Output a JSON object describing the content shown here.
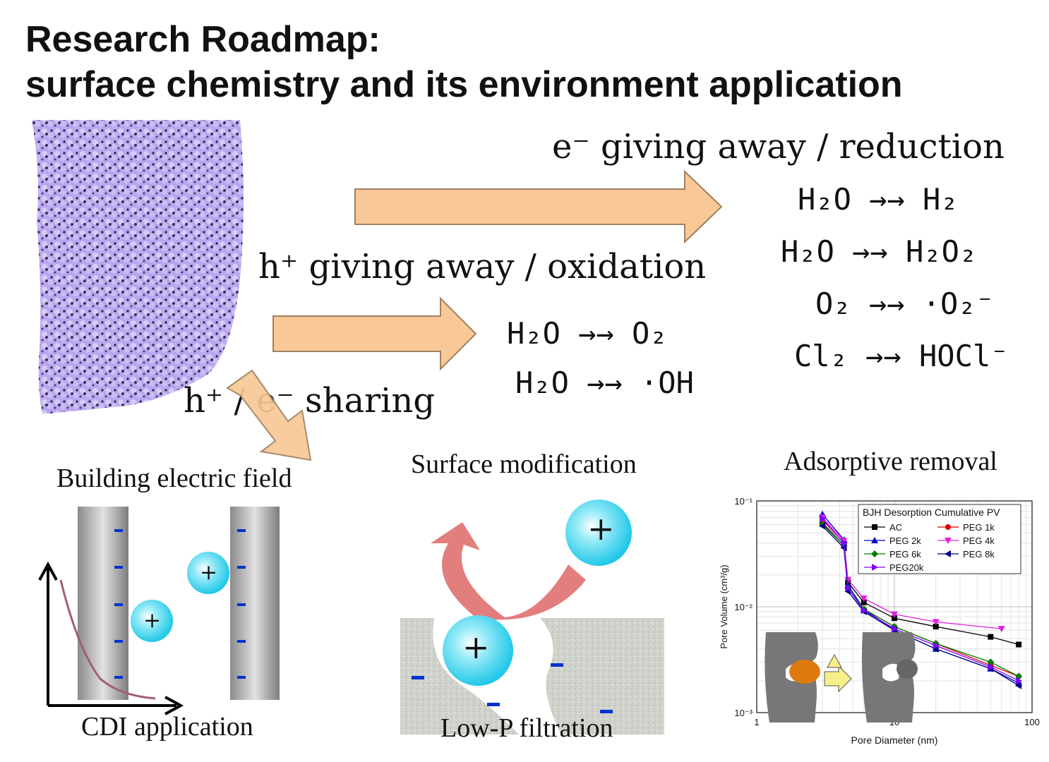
{
  "title": {
    "line1": "Research Roadmap:",
    "line2": "surface chemistry and its environment application"
  },
  "pathways": {
    "reduction": "e⁻ giving away / reduction",
    "oxidation": "h⁺ giving away / oxidation",
    "sharing": "h⁺ / e⁻ sharing"
  },
  "reduction_reactions": [
    "H₂O →→ H₂",
    "H₂O →→ H₂O₂",
    "O₂ →→ ·O₂⁻",
    "Cl₂ →→ HOCl⁻"
  ],
  "oxidation_reactions": [
    "H₂O →→ O₂",
    "H₂O →→ ·OH"
  ],
  "panels": {
    "electric_field": "Building electric field",
    "cdi": "CDI application",
    "surface_mod": "Surface modification",
    "filtration": "Low-P filtration",
    "adsorptive": "Adsorptive removal"
  },
  "chart_data": {
    "type": "line",
    "title": "",
    "legend_title": "BJH Desorption Cumulative PV",
    "legend_position": "top-right",
    "xlabel": "Pore Diameter (nm)",
    "ylabel": "Pore Volume (cm³/g)",
    "xscale": "log",
    "yscale": "log",
    "xlim": [
      1,
      100
    ],
    "ylim": [
      0.001,
      0.1
    ],
    "x_tick_labels": [
      "1",
      "10",
      "100"
    ],
    "y_tick_labels": [
      "10⁻³",
      "10⁻²",
      "10⁻¹"
    ],
    "grid": true,
    "series": [
      {
        "name": "AC",
        "color": "#000000",
        "marker": "square",
        "x": [
          3,
          4.3,
          4.6,
          6,
          10,
          20,
          50,
          80
        ],
        "y": [
          0.062,
          0.038,
          0.017,
          0.011,
          0.0078,
          0.0065,
          0.0052,
          0.0044
        ]
      },
      {
        "name": "PEG 1k",
        "color": "#e00000",
        "marker": "circle",
        "x": [
          3,
          4.3,
          4.6,
          6,
          10,
          20,
          50,
          80
        ],
        "y": [
          0.066,
          0.04,
          0.015,
          0.0095,
          0.0065,
          0.0045,
          0.0028,
          0.0022
        ]
      },
      {
        "name": "PEG 2k",
        "color": "#0000cc",
        "marker": "triangle-up",
        "x": [
          3,
          4.3,
          4.6,
          6,
          10,
          20,
          50,
          80
        ],
        "y": [
          0.075,
          0.043,
          0.016,
          0.0095,
          0.006,
          0.004,
          0.0026,
          0.0019
        ]
      },
      {
        "name": "PEG 4k",
        "color": "#e020e0",
        "marker": "triangle-down",
        "x": [
          3,
          4.3,
          4.6,
          6,
          10,
          20,
          60
        ],
        "y": [
          0.07,
          0.042,
          0.018,
          0.012,
          0.0085,
          0.0072,
          0.0062
        ]
      },
      {
        "name": "PEG 6k",
        "color": "#008000",
        "marker": "diamond",
        "x": [
          3,
          4.3,
          4.6,
          6,
          10,
          20,
          50,
          80
        ],
        "y": [
          0.06,
          0.038,
          0.015,
          0.0095,
          0.0065,
          0.0045,
          0.003,
          0.0022
        ]
      },
      {
        "name": "PEG 8k",
        "color": "#000080",
        "marker": "triangle-left",
        "x": [
          3,
          4.3,
          4.6,
          6,
          10,
          20,
          50,
          80
        ],
        "y": [
          0.058,
          0.036,
          0.014,
          0.009,
          0.006,
          0.004,
          0.0026,
          0.0018
        ]
      },
      {
        "name": "PEG20k",
        "color": "#8000ff",
        "marker": "triangle-right",
        "x": [
          3,
          4.3,
          4.6,
          6,
          10,
          20,
          50,
          80
        ],
        "y": [
          0.068,
          0.04,
          0.015,
          0.0092,
          0.0062,
          0.0043,
          0.0027,
          0.002
        ]
      }
    ]
  },
  "colors": {
    "arrow_fill": "#f8c896",
    "arrow_stroke": "#a08060",
    "material": "#b9a6f0",
    "ion": "#22c8e8",
    "minus": "#0033cc",
    "curve": "#a06070",
    "curved_arrow": "#e07070"
  },
  "symbols": {
    "plus": "+"
  }
}
